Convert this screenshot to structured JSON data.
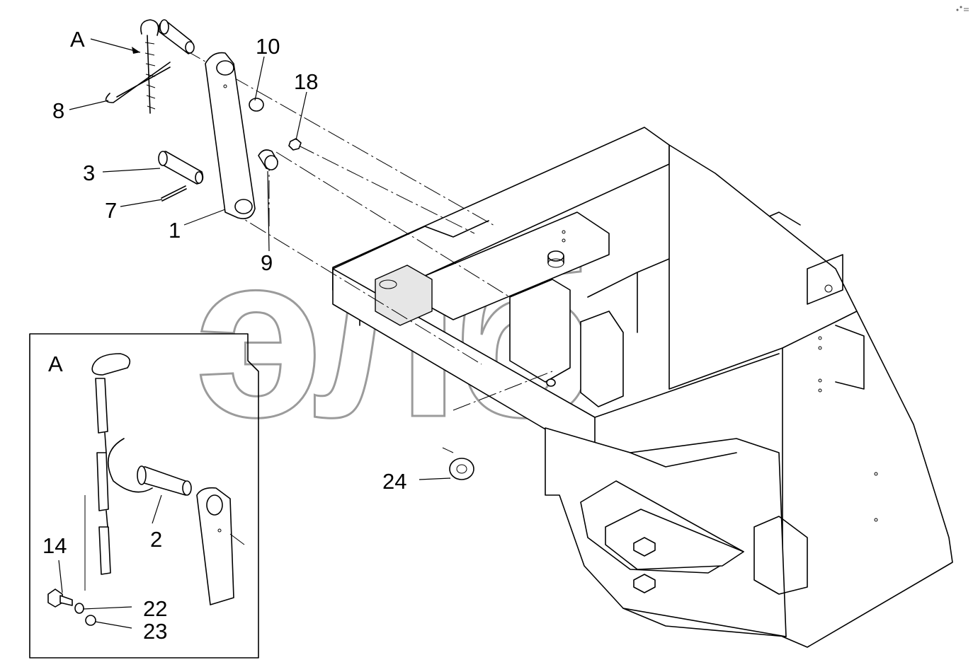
{
  "diagram": {
    "watermark": "элб",
    "trademark": "TM",
    "detail_view_label": "A",
    "view_marker_label": "A",
    "callouts": {
      "c1": "1",
      "c2": "2",
      "c3": "3",
      "c7": "7",
      "c8": "8",
      "c9": "9",
      "c10": "10",
      "c14": "14",
      "c18": "18",
      "c22": "22",
      "c23": "23",
      "c24": "24"
    },
    "colors": {
      "line": "#000000",
      "watermark": "#8a8a8a",
      "background": "#ffffff"
    }
  }
}
